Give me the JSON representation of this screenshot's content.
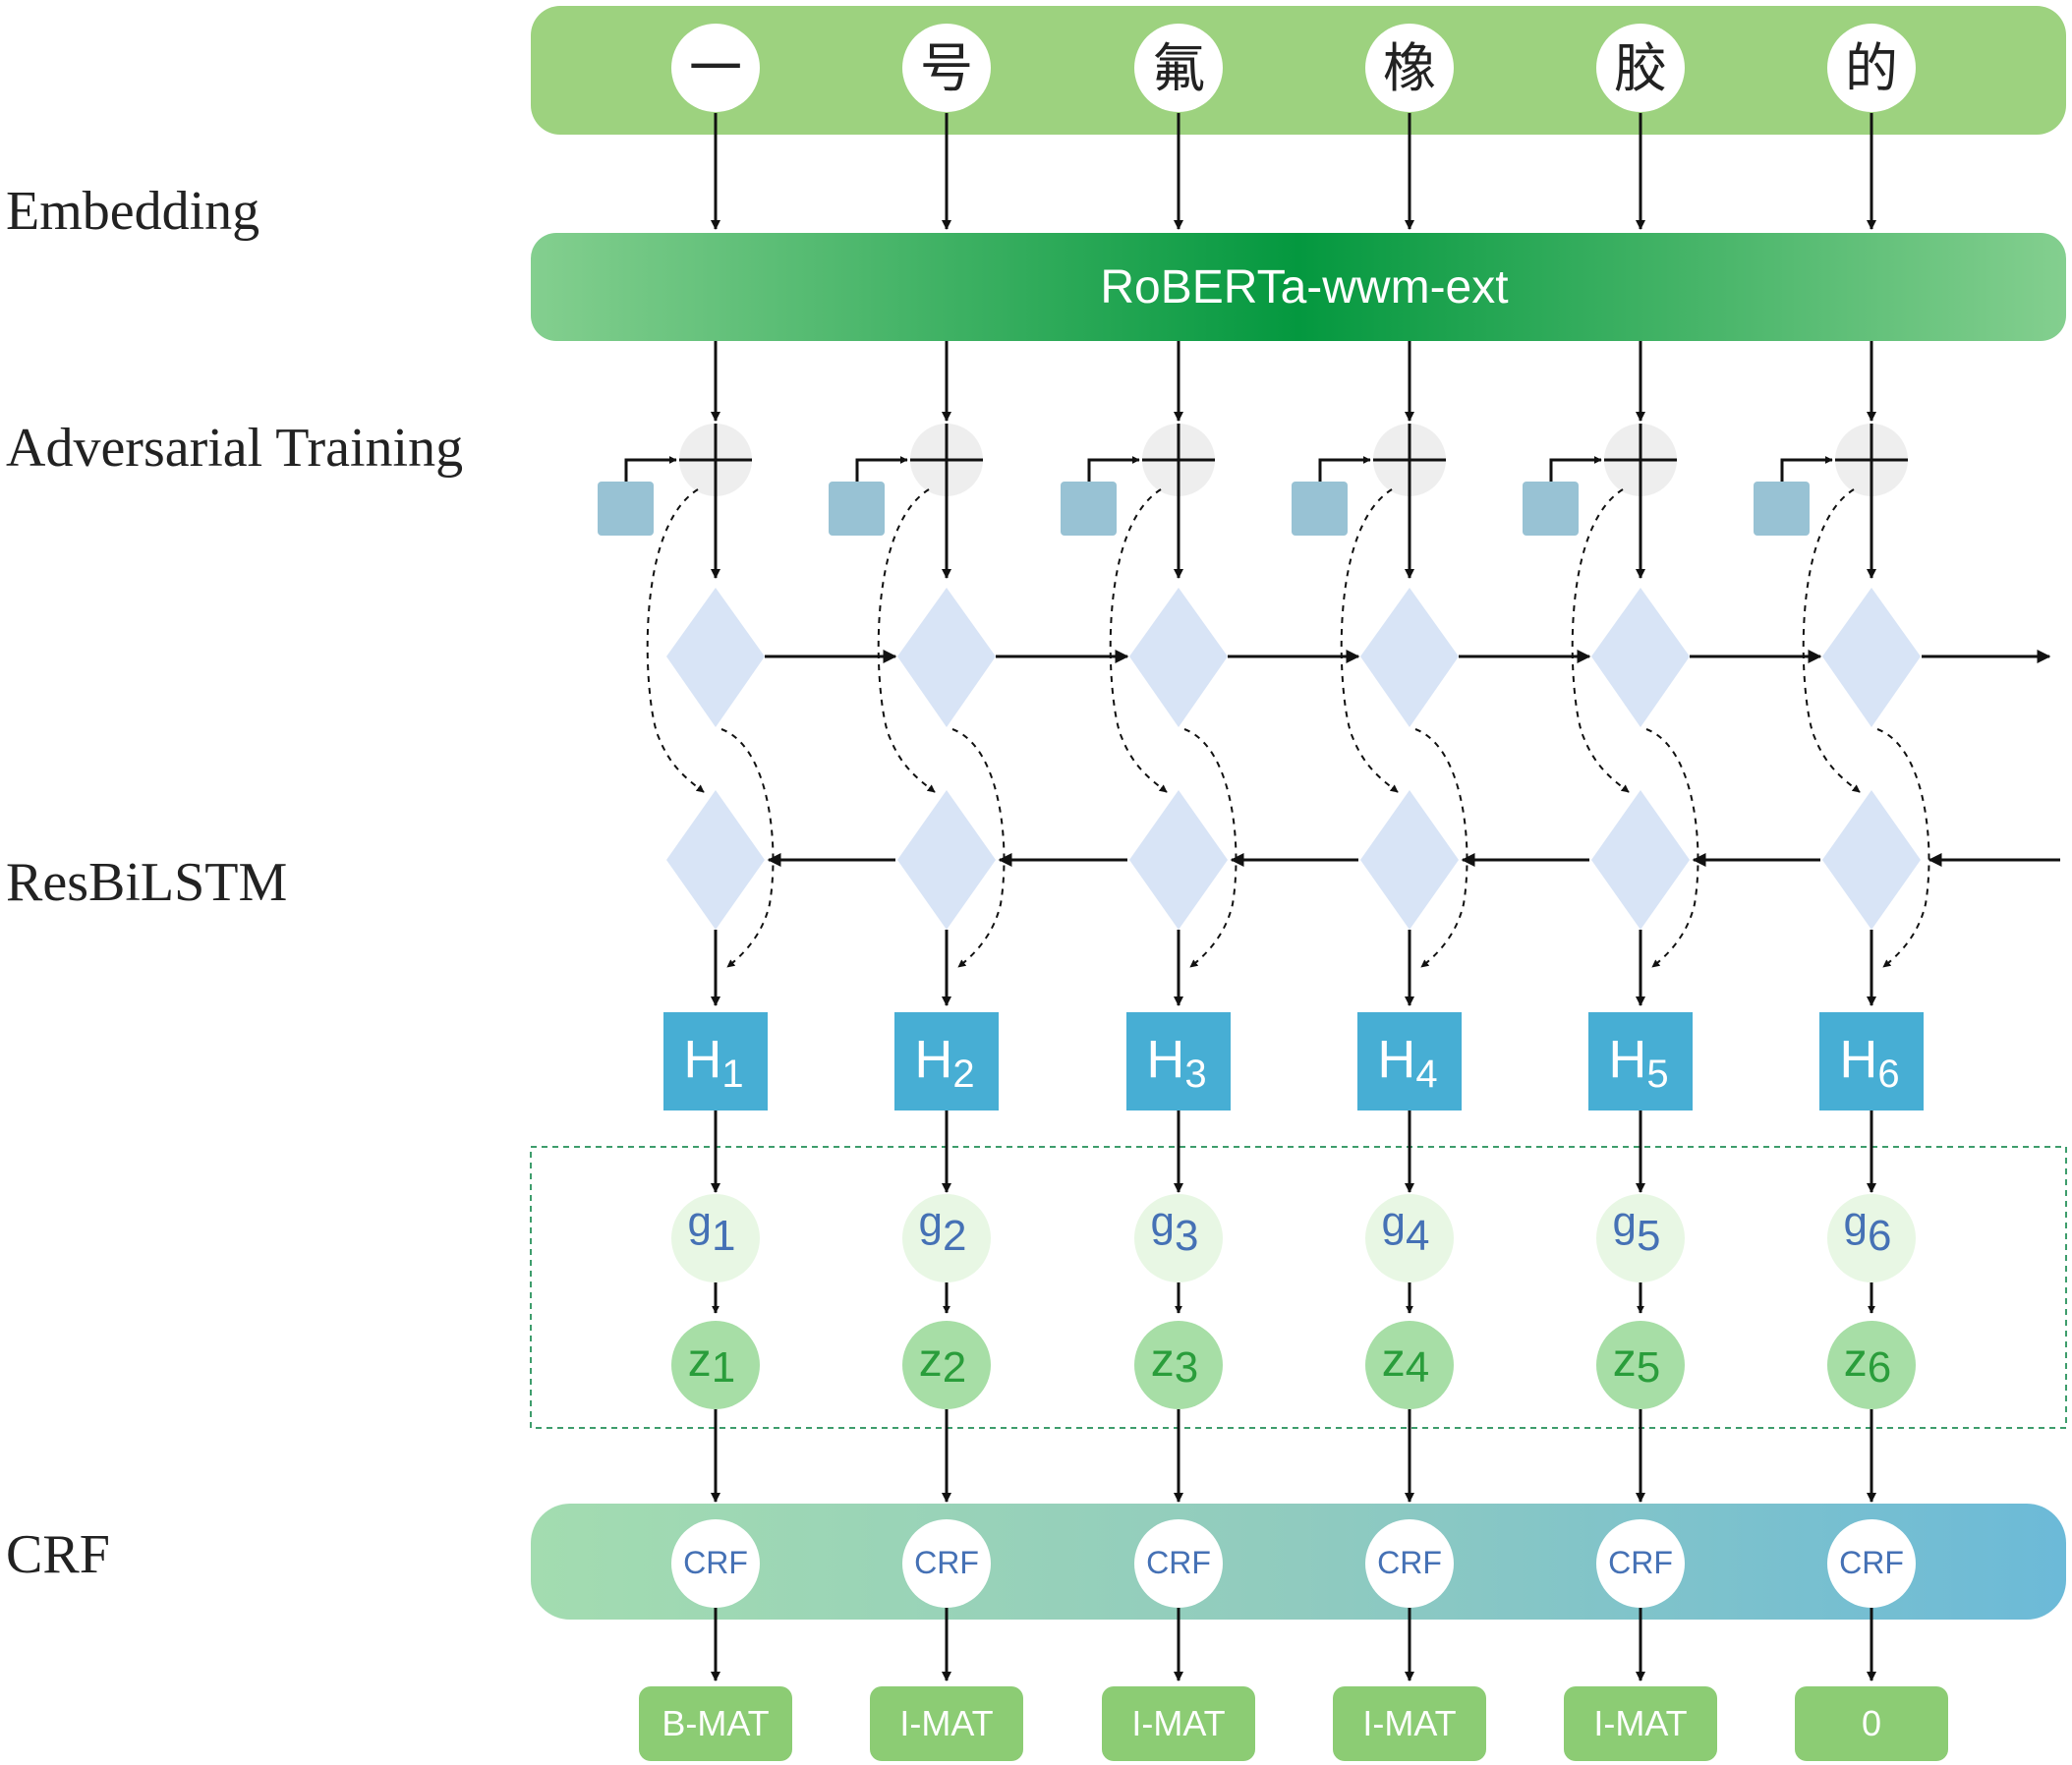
{
  "stage_labels": [
    "Embedding",
    "Adversarial Training",
    "ResBiLSTM",
    "CRF"
  ],
  "tokens": [
    "一",
    "号",
    "氟",
    "橡",
    "胶",
    "的"
  ],
  "embedding_bar_label": "RoBERTa-wwm-ext",
  "hidden_labels": [
    {
      "main": "H",
      "sub": "1"
    },
    {
      "main": "H",
      "sub": "2"
    },
    {
      "main": "H",
      "sub": "3"
    },
    {
      "main": "H",
      "sub": "4"
    },
    {
      "main": "H",
      "sub": "5"
    },
    {
      "main": "H",
      "sub": "6"
    }
  ],
  "g_labels": [
    {
      "main": "g",
      "sub": "1"
    },
    {
      "main": "g",
      "sub": "2"
    },
    {
      "main": "g",
      "sub": "3"
    },
    {
      "main": "g",
      "sub": "4"
    },
    {
      "main": "g",
      "sub": "5"
    },
    {
      "main": "g",
      "sub": "6"
    }
  ],
  "z_labels": [
    {
      "main": "z",
      "sub": "1"
    },
    {
      "main": "z",
      "sub": "2"
    },
    {
      "main": "z",
      "sub": "3"
    },
    {
      "main": "z",
      "sub": "4"
    },
    {
      "main": "z",
      "sub": "5"
    },
    {
      "main": "z",
      "sub": "6"
    }
  ],
  "crf_node_label": "CRF",
  "output_tags": [
    "B-MAT",
    "I-MAT",
    "I-MAT",
    "I-MAT",
    "I-MAT",
    "0"
  ],
  "colors": {
    "token_bar": "#9dd27f",
    "embedding_dark": "#04983f",
    "embedding_light": "#84cf8f",
    "noise_box": "#98c2d4",
    "lstm_diamond": "#d8e4f6",
    "hidden_box": "#47aed4",
    "g_circle": "#e8f7e4",
    "g_text": "#4571b5",
    "z_circle": "#a7dea6",
    "z_text": "#2a9d3b",
    "crf_left": "#a3dcb0",
    "crf_right": "#6cbad8",
    "crf_text": "#4571b5",
    "tag_box": "#8ccc74",
    "dashed_box": "#3e9d6c"
  }
}
